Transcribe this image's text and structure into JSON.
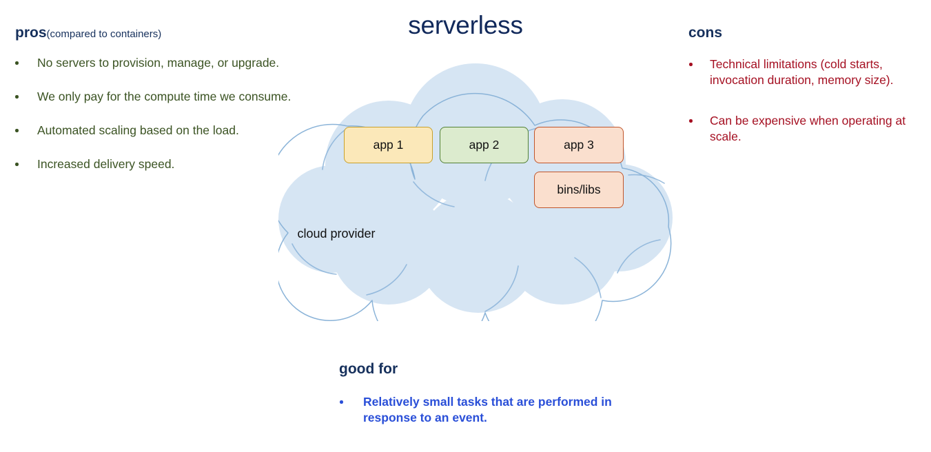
{
  "slide": {
    "title": "serverless",
    "background_color": "#FFFFFF"
  },
  "pros": {
    "heading": "pros",
    "heading_sub": "(compared to containers)",
    "color": "#3B5323",
    "heading_color": "#16305C",
    "items": [
      "No servers to provision, manage, or upgrade.",
      "We only pay for the compute time we consume.",
      "Automated scaling based on the load.",
      "Increased delivery speed."
    ]
  },
  "cons": {
    "heading": "cons",
    "color": "#A51022",
    "heading_color": "#16305C",
    "items": [
      "Technical limitations (cold starts, invocation duration, memory size).",
      "Can be expensive when operating at scale."
    ]
  },
  "good_for": {
    "heading": "good for",
    "color": "#2A4FD8",
    "heading_color": "#16305C",
    "items": [
      "Relatively small tasks that are performed in response to an event."
    ]
  },
  "diagram": {
    "cloud_label": "cloud provider",
    "cloud_fill": "#D6E5F3",
    "cloud_stroke": "#8AB3D8",
    "boxes": [
      {
        "name": "app1",
        "label": "app 1",
        "fill": "#FBE8B9",
        "stroke": "#C8A02B"
      },
      {
        "name": "app2",
        "label": "app 2",
        "fill": "#DCEBCE",
        "stroke": "#538135"
      },
      {
        "name": "app3",
        "label": "app 3",
        "fill": "#FADFCE",
        "stroke": "#C0552A"
      },
      {
        "name": "binslibs",
        "label": "bins/libs",
        "fill": "#FADFCE",
        "stroke": "#C0552A"
      }
    ]
  }
}
